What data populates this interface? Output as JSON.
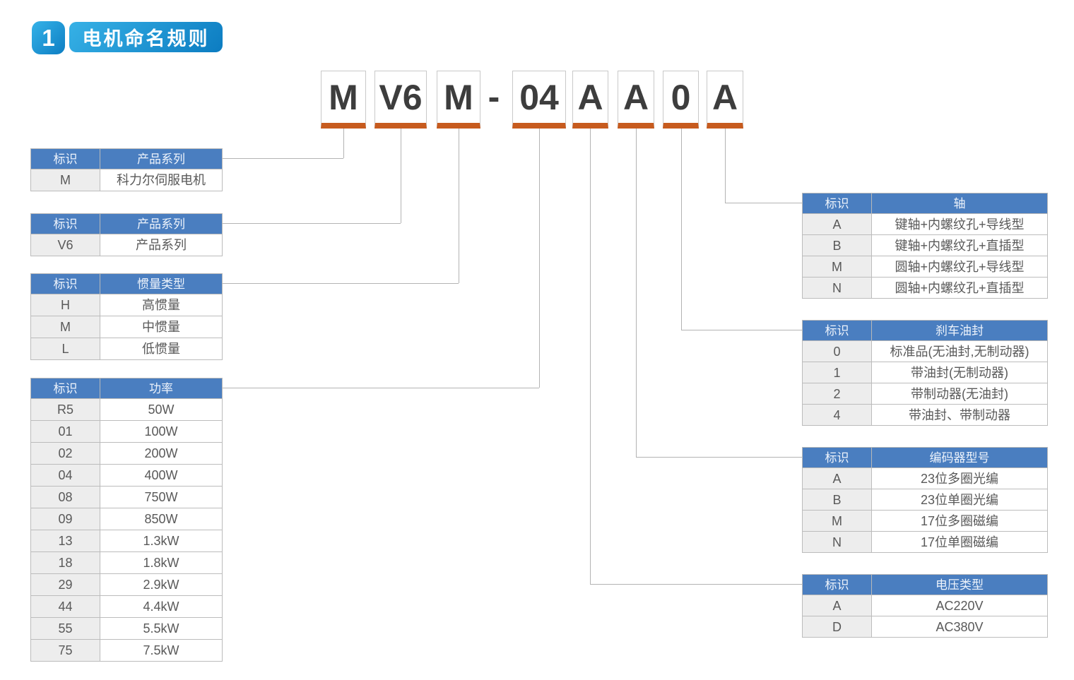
{
  "header": {
    "section_number": "1",
    "title": "电机命名规则"
  },
  "model_code": {
    "full": "MV6M-04AA0A",
    "segments": [
      "M",
      "V6",
      "M",
      "-",
      "04",
      "A",
      "A",
      "0",
      "A"
    ]
  },
  "tables": [
    {
      "id": "product-series-m",
      "headers": [
        "标识",
        "产品系列"
      ],
      "rows": [
        [
          "M",
          "科力尔伺服电机"
        ]
      ]
    },
    {
      "id": "product-series-v6",
      "headers": [
        "标识",
        "产品系列"
      ],
      "rows": [
        [
          "V6",
          "产品系列"
        ]
      ]
    },
    {
      "id": "inertia-type",
      "headers": [
        "标识",
        "惯量类型"
      ],
      "rows": [
        [
          "H",
          "高惯量"
        ],
        [
          "M",
          "中惯量"
        ],
        [
          "L",
          "低惯量"
        ]
      ]
    },
    {
      "id": "power",
      "headers": [
        "标识",
        "功率"
      ],
      "rows": [
        [
          "R5",
          "50W"
        ],
        [
          "01",
          "100W"
        ],
        [
          "02",
          "200W"
        ],
        [
          "04",
          "400W"
        ],
        [
          "08",
          "750W"
        ],
        [
          "09",
          "850W"
        ],
        [
          "13",
          "1.3kW"
        ],
        [
          "18",
          "1.8kW"
        ],
        [
          "29",
          "2.9kW"
        ],
        [
          "44",
          "4.4kW"
        ],
        [
          "55",
          "5.5kW"
        ],
        [
          "75",
          "7.5kW"
        ]
      ]
    },
    {
      "id": "shaft",
      "headers": [
        "标识",
        "轴"
      ],
      "rows": [
        [
          "A",
          "键轴+内螺纹孔+导线型"
        ],
        [
          "B",
          "键轴+内螺纹孔+直插型"
        ],
        [
          "M",
          "圆轴+内螺纹孔+导线型"
        ],
        [
          "N",
          "圆轴+内螺纹孔+直插型"
        ]
      ]
    },
    {
      "id": "brake-oil-seal",
      "headers": [
        "标识",
        "刹车油封"
      ],
      "rows": [
        [
          "0",
          "标准品(无油封,无制动器)"
        ],
        [
          "1",
          "带油封(无制动器)"
        ],
        [
          "2",
          "带制动器(无油封)"
        ],
        [
          "4",
          "带油封、带制动器"
        ]
      ]
    },
    {
      "id": "encoder-model",
      "headers": [
        "标识",
        "编码器型号"
      ],
      "rows": [
        [
          "A",
          "23位多圈光编"
        ],
        [
          "B",
          "23位单圈光编"
        ],
        [
          "M",
          "17位多圈磁编"
        ],
        [
          "N",
          "17位单圈磁编"
        ]
      ]
    },
    {
      "id": "voltage-type",
      "headers": [
        "标识",
        "电压类型"
      ],
      "rows": [
        [
          "A",
          "AC220V"
        ],
        [
          "D",
          "AC380V"
        ]
      ]
    }
  ],
  "colors": {
    "table_header_blue": "#4a7ec0",
    "title_gradient_light": "#36b1e6",
    "title_gradient_dark": "#0c7cc1",
    "underline_orange": "#c75b1e",
    "connector_gray": "#b3b3b3",
    "code_text": "#3d3d3d"
  }
}
